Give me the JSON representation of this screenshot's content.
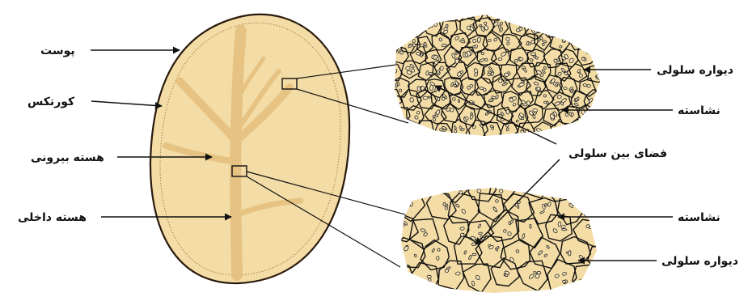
{
  "labels": {
    "skin": "پوست",
    "cortex": "کورتکس",
    "outer_pith": "هسته بیرونی",
    "inner_pith": "هسته داخلی",
    "cell_wall_top": "دیواره سلولی",
    "starch_top": "نشاسته",
    "intercellular_space": "فضای بین سلولی",
    "starch_bottom": "نشاسته",
    "cell_wall_bottom": "دیواره سلولی"
  },
  "colors": {
    "tuber_fill": "#f3dca5",
    "tuber_outline": "#2a1a0e",
    "dotted_line": "#b07a52",
    "pith_fill": "#e6c383",
    "tissue_fill": "#f3dca5",
    "cell_line": "#111111",
    "arrow": "#111111"
  }
}
